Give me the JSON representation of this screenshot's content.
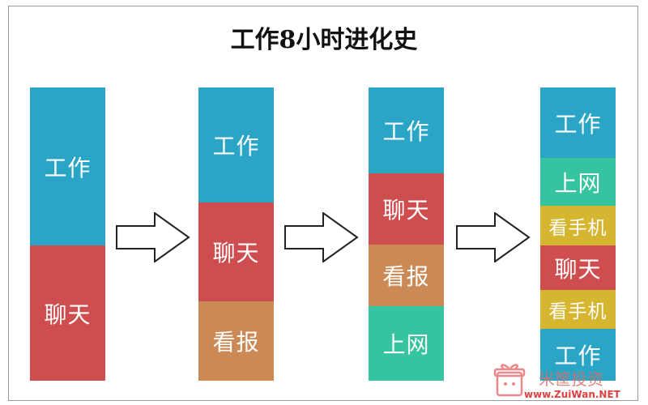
{
  "title": "工作8小时进化史",
  "colors": {
    "work": "#2AA5C6",
    "chat": "#CE4E50",
    "newspaper": "#CB8A55",
    "internet": "#36C39F",
    "phone": "#D6B531"
  },
  "columns": [
    {
      "segments": [
        {
          "label": "工作",
          "color": "work",
          "weight": 195
        },
        {
          "label": "聊天",
          "color": "chat",
          "weight": 167
        }
      ]
    },
    {
      "segments": [
        {
          "label": "工作",
          "color": "work",
          "weight": 142
        },
        {
          "label": "聊天",
          "color": "chat",
          "weight": 122
        },
        {
          "label": "看报",
          "color": "newspaper",
          "weight": 98
        }
      ]
    },
    {
      "segments": [
        {
          "label": "工作",
          "color": "work",
          "weight": 106
        },
        {
          "label": "聊天",
          "color": "chat",
          "weight": 88
        },
        {
          "label": "看报",
          "color": "newspaper",
          "weight": 76
        },
        {
          "label": "上网",
          "color": "internet",
          "weight": 92
        }
      ]
    },
    {
      "segments": [
        {
          "label": "工作",
          "color": "work",
          "weight": 87
        },
        {
          "label": "上网",
          "color": "internet",
          "weight": 59
        },
        {
          "label": "看手机",
          "color": "phone",
          "weight": 49
        },
        {
          "label": "聊天",
          "color": "chat",
          "weight": 55
        },
        {
          "label": "看手机",
          "color": "phone",
          "weight": 48
        },
        {
          "label": "工作",
          "color": "work",
          "weight": 64
        }
      ]
    }
  ],
  "watermark": {
    "text": "米筐投资",
    "url": "www.ZuiWan.NET"
  }
}
